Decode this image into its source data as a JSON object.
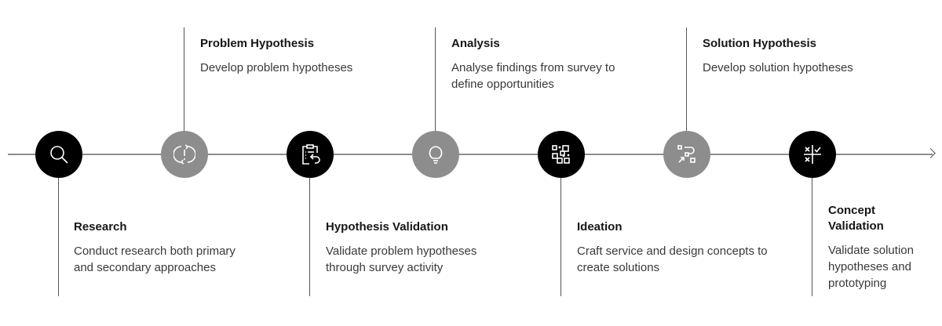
{
  "steps": [
    {
      "title": "Research",
      "desc": "Conduct research both primary and secondary approaches",
      "icon": "search-icon",
      "tone": "dark",
      "position": "bottom"
    },
    {
      "title": "Problem Hypothesis",
      "desc": "Develop problem hypotheses",
      "icon": "refresh-alert-icon",
      "tone": "grey",
      "position": "top"
    },
    {
      "title": "Hypothesis Validation",
      "desc": "Validate problem hypotheses through survey activity",
      "icon": "clipboard-undo-icon",
      "tone": "dark",
      "position": "bottom"
    },
    {
      "title": "Analysis",
      "desc": "Analyse findings from survey to define opportunities",
      "icon": "lightbulb-icon",
      "tone": "grey",
      "position": "top"
    },
    {
      "title": "Ideation",
      "desc": "Craft service and design concepts to create solutions",
      "icon": "concept-icon",
      "tone": "dark",
      "position": "bottom"
    },
    {
      "title": "Solution Hypothesis",
      "desc": "Develop solution hypotheses",
      "icon": "flow-path-icon",
      "tone": "grey",
      "position": "top"
    },
    {
      "title": "Concept Validation",
      "desc": "Validate solution hypotheses and prototyping",
      "icon": "check-cross-matrix-icon",
      "tone": "dark",
      "position": "bottom"
    }
  ],
  "colors": {
    "dark": "#000000",
    "grey": "#8d8d8d",
    "line": "#8d8d8d"
  }
}
